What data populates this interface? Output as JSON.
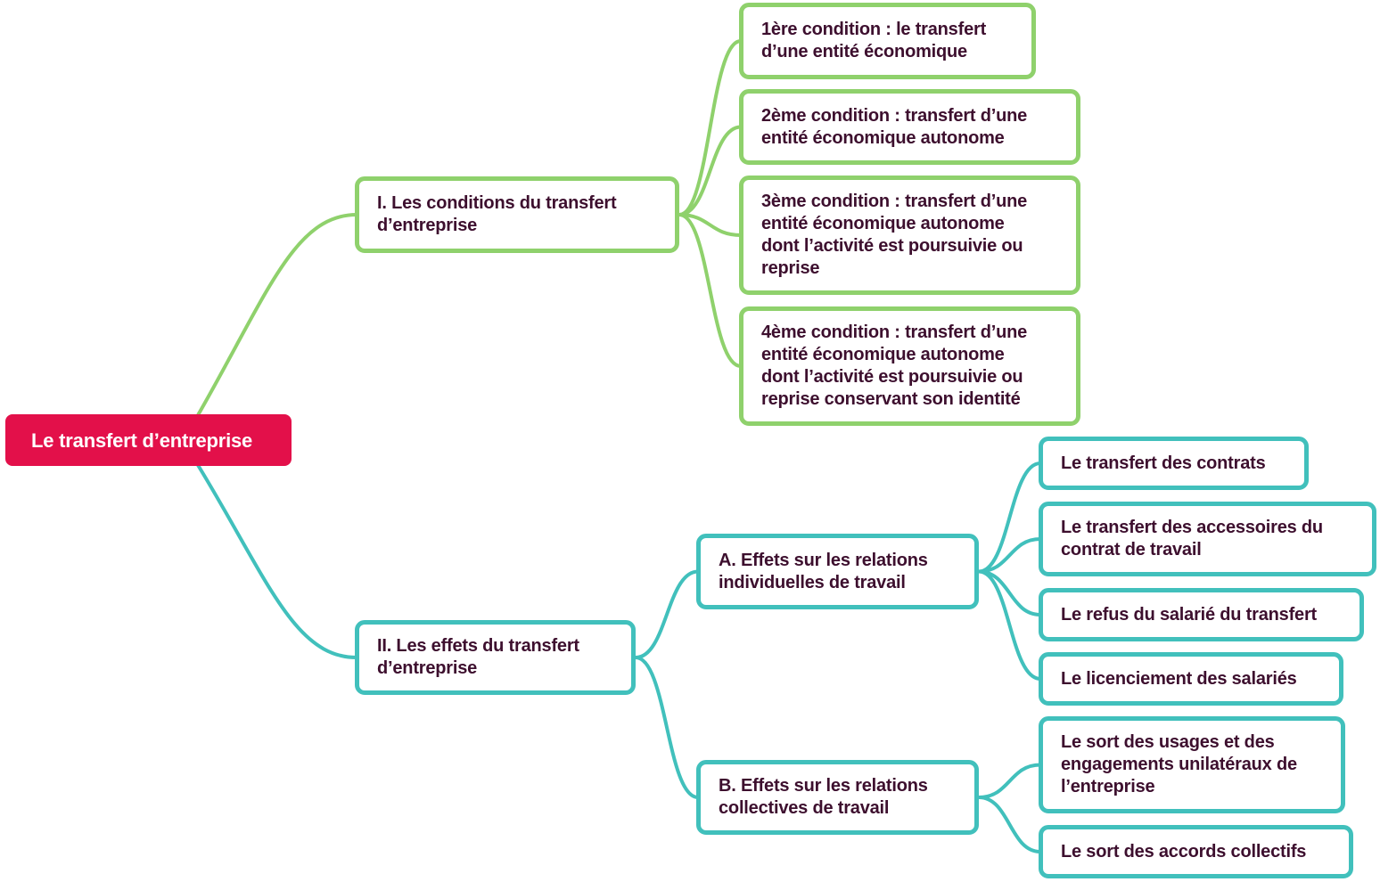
{
  "colors": {
    "root": "#e3104a",
    "branch1": "#8fd16c",
    "branch2": "#41c0bc",
    "text": "#3d0f2e"
  },
  "nodes": {
    "root": {
      "lines": [
        "Le transfert d’entreprise"
      ]
    },
    "part1": {
      "lines": [
        "I.   Les conditions du transfert",
        "d’entreprise"
      ]
    },
    "cond1": {
      "lines": [
        "1ère condition : le transfert",
        "d’une entité économique"
      ]
    },
    "cond2": {
      "lines": [
        "2ème condition : transfert d’une",
        "entité économique autonome"
      ]
    },
    "cond3": {
      "lines": [
        "3ème condition : transfert d’une",
        "entité économique autonome",
        "dont l’activité est poursuivie ou",
        "reprise"
      ]
    },
    "cond4": {
      "lines": [
        "4ème condition : transfert d’une",
        "entité économique autonome",
        "dont l’activité est poursuivie ou",
        "reprise conservant son identité"
      ]
    },
    "part2": {
      "lines": [
        "II.  Les effets du transfert",
        "d’entreprise"
      ]
    },
    "partA": {
      "lines": [
        "A.  Effets sur les relations",
        "individuelles de travail"
      ]
    },
    "partB": {
      "lines": [
        "B.  Effets sur les relations",
        "collectives de travail"
      ]
    },
    "a1": {
      "lines": [
        "Le transfert des contrats"
      ]
    },
    "a2": {
      "lines": [
        "Le transfert des accessoires du",
        "contrat de travail"
      ]
    },
    "a3": {
      "lines": [
        "Le refus du salarié du transfert"
      ]
    },
    "a4": {
      "lines": [
        "Le licenciement des salariés"
      ]
    },
    "b1": {
      "lines": [
        "Le sort des usages et des",
        "engagements unilatéraux de",
        "l’entreprise"
      ]
    },
    "b2": {
      "lines": [
        "Le sort des accords collectifs"
      ]
    }
  }
}
